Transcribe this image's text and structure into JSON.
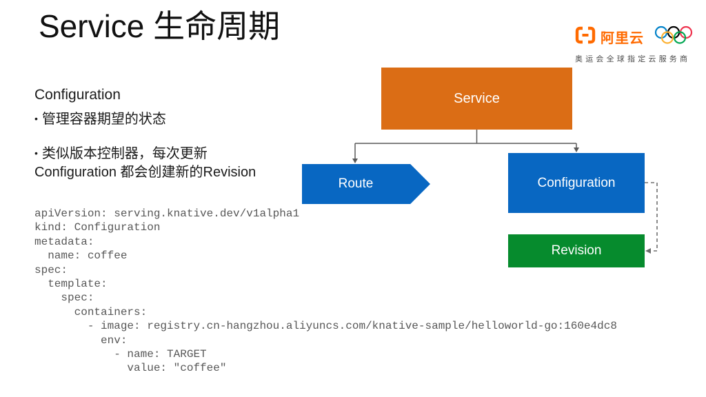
{
  "title": "Service 生命周期",
  "logo": {
    "brand": "阿里云",
    "tagline": "奥运会全球指定云服务商",
    "brand_color": "#FF6A00",
    "olympic_ring_colors": [
      "#0081C8",
      "#000000",
      "#EE334E",
      "#FCB131",
      "#00A651"
    ]
  },
  "notes": {
    "heading": "Configuration",
    "bullet_marker": "•",
    "bullets": [
      {
        "line1": "管理容器期望的状态",
        "line2": ""
      },
      {
        "line1": "类似版本控制器，每次更新",
        "line2": "Configuration 都会创建新的Revision"
      }
    ]
  },
  "code": {
    "lines": [
      "apiVersion: serving.knative.dev/v1alpha1",
      "kind: Configuration",
      "metadata:",
      "  name: coffee",
      "spec:",
      "  template:",
      "    spec:",
      "      containers:",
      "        - image: registry.cn-hangzhou.aliyuncs.com/knative-sample/helloworld-go:160e4dc8",
      "          env:",
      "            - name: TARGET",
      "              value: \"coffee\""
    ]
  },
  "diagram": {
    "nodes": {
      "service": {
        "label": "Service",
        "color": "#DB6D15"
      },
      "route": {
        "label": "Route",
        "color": "#0867C2"
      },
      "configuration": {
        "label": "Configuration",
        "color": "#0867C2"
      },
      "revision": {
        "label": "Revision",
        "color": "#068B2D"
      }
    },
    "connector_color": "#595959",
    "dashed_connector_color": "#6e6e6e"
  }
}
